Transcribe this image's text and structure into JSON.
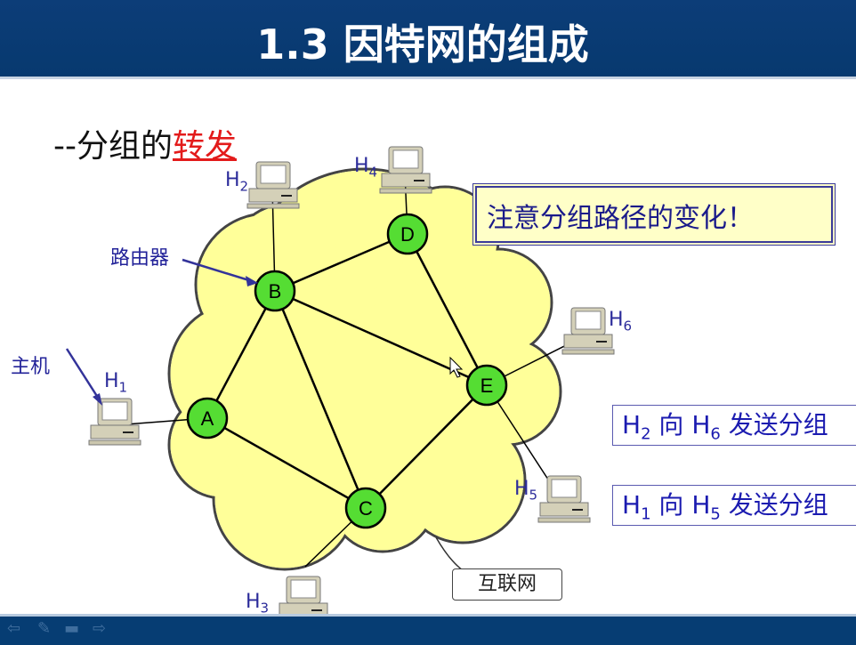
{
  "title": "1.3  因特网的组成",
  "subtitle": {
    "prefix": "--分组的",
    "highlight": "转发"
  },
  "note": "注意分组路径的变化！",
  "labels": {
    "router": "路由器",
    "host": "主机",
    "internet": "互联网"
  },
  "routers": [
    "A",
    "B",
    "C",
    "D",
    "E"
  ],
  "hosts": [
    {
      "name": "H",
      "sub": "1"
    },
    {
      "name": "H",
      "sub": "2"
    },
    {
      "name": "H",
      "sub": "3"
    },
    {
      "name": "H",
      "sub": "4"
    },
    {
      "name": "H",
      "sub": "5"
    },
    {
      "name": "H",
      "sub": "6"
    }
  ],
  "boxes": [
    {
      "from": "H",
      "from_sub": "2",
      "to": "H",
      "to_sub": "6",
      "verb": "向",
      "action": "发送分组"
    },
    {
      "from": "H",
      "from_sub": "1",
      "to": "H",
      "to_sub": "5",
      "verb": "向",
      "action": "发送分组"
    }
  ],
  "colors": {
    "header": "#0c3d78",
    "cloud": "#ffff99",
    "router": "#55dd33",
    "highlight": "#e31b1b",
    "text_blue": "#1b1bb0"
  }
}
